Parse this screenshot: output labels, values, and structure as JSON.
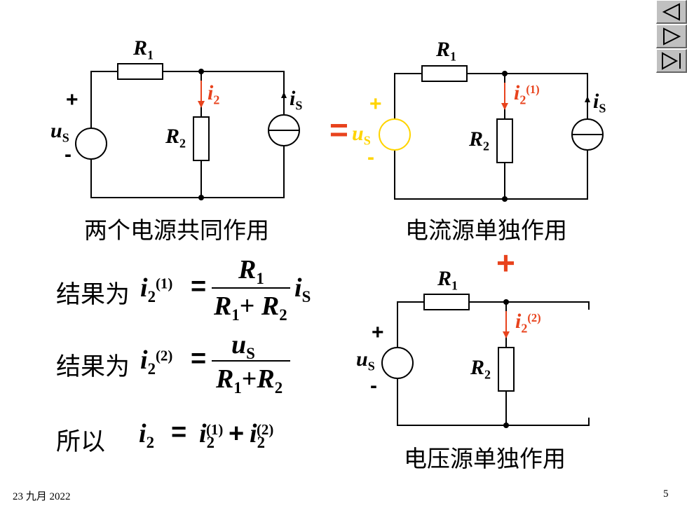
{
  "nav": {
    "buttons": [
      {
        "icon": "triangle-left-icon"
      },
      {
        "icon": "triangle-right-icon"
      },
      {
        "icon": "skip-to-end-icon"
      }
    ]
  },
  "circuit_main": {
    "caption": "两个电源共同作用",
    "r1": {
      "sym": "R",
      "sub": "1"
    },
    "r2": {
      "sym": "R",
      "sub": "2"
    },
    "us": {
      "sym": "u",
      "sub": "S"
    },
    "is": {
      "sym": "i",
      "sub": "S"
    },
    "i2": {
      "sym": "i",
      "sub": "2"
    },
    "plus": "+",
    "minus": "-"
  },
  "equals_sign": "=",
  "plus_sign": "+",
  "circuit_current": {
    "caption": "电流源单独作用",
    "r1": {
      "sym": "R",
      "sub": "1"
    },
    "r2": {
      "sym": "R",
      "sub": "2"
    },
    "us": {
      "sym": "u",
      "sub": "S"
    },
    "is": {
      "sym": "i",
      "sub": "S"
    },
    "i2": {
      "sym": "i",
      "sub": "2",
      "sup": "(1)"
    },
    "plus": "+",
    "minus": "-"
  },
  "circuit_voltage": {
    "caption": "电压源单独作用",
    "r1": {
      "sym": "R",
      "sub": "1"
    },
    "r2": {
      "sym": "R",
      "sub": "2"
    },
    "us": {
      "sym": "u",
      "sub": "S"
    },
    "i2": {
      "sym": "i",
      "sub": "2",
      "sup": "(2)"
    },
    "plus": "+",
    "minus": "-"
  },
  "equations": {
    "eq1": {
      "prefix": "结果为",
      "lhs": {
        "sym": "i",
        "sub": "2",
        "sup": "(1)"
      },
      "equals": "=",
      "num": {
        "sym": "R",
        "sub": "1"
      },
      "den": {
        "a": "R",
        "a_sub": "1",
        "op": "+",
        "b": "R",
        "b_sub": "2"
      },
      "factor": {
        "sym": "i",
        "sub": "S"
      }
    },
    "eq2": {
      "prefix": "结果为",
      "lhs": {
        "sym": "i",
        "sub": "2",
        "sup": "(2)"
      },
      "equals": "=",
      "num": {
        "sym": "u",
        "sub": "S"
      },
      "den": {
        "a": "R",
        "a_sub": "1",
        "op": "+",
        "b": "R",
        "b_sub": "2"
      }
    },
    "eq3": {
      "prefix": "所以",
      "lhs": {
        "sym": "i",
        "sub": "2"
      },
      "equals": "=",
      "t1": {
        "sym": "i",
        "sub": "2",
        "sup": "(1)"
      },
      "op": "+",
      "t2": {
        "sym": "i",
        "sub": "2",
        "sup": "(2)"
      }
    }
  },
  "footer": {
    "date": "23 九月 2022",
    "page": "5"
  },
  "colors": {
    "accent_red": "#e8431d",
    "inactive_yellow": "#ffd400",
    "nav_gray": "#c0c0c0"
  }
}
